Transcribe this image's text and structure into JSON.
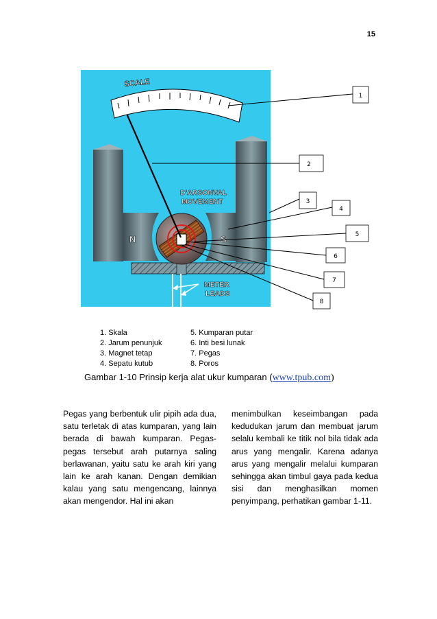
{
  "page_number": "15",
  "figure": {
    "scale_label": "SCALE",
    "movement_label_1": "D'ARSONVAL",
    "movement_label_2": "MOVEMENT",
    "pole_n": "N",
    "pole_s": "S",
    "leads_label_1": "METER",
    "leads_label_2": "LEADS",
    "callouts": [
      "1",
      "2",
      "3",
      "4",
      "5",
      "6",
      "7",
      "8"
    ],
    "colors": {
      "background": "#35c9ee",
      "magnet": "#5d7077",
      "scale": "#ffffff",
      "coil": "#8a4a1c",
      "hub_ring": "#e01b1b"
    }
  },
  "legend": {
    "left": [
      "1. Skala",
      "2. Jarum penunjuk",
      "3. Magnet tetap",
      "4. Sepatu kutub"
    ],
    "right": [
      "5. Kumparan putar",
      "6. Inti besi lunak",
      "7. Pegas",
      "8. Poros"
    ]
  },
  "caption": {
    "label": "Gambar 1-10  Prinsip kerja alat ukur kumparan (",
    "link": "www.tpub.com",
    "close": ")"
  },
  "body": {
    "left_column": "Pegas yang berbentuk ulir pipih ada dua, satu terletak di atas kumparan, yang lain berada di bawah kumparan. Pegas-pegas tersebut arah putarnya saling berlawanan, yaitu satu ke arah kiri yang lain ke arah kanan. Dengan demikian kalau yang satu mengencang, lainnya akan mengendor. Hal ini akan",
    "right_column": "menimbulkan keseimbangan pada kedudukan jarum dan membuat jarum selalu kembali ke titik nol bila tidak ada arus yang mengalir. Karena adanya arus yang mengalir melalui kumparan sehingga akan timbul gaya pada kedua sisi dan menghasilkan momen penyimpang, perhatikan gambar 1-11."
  }
}
